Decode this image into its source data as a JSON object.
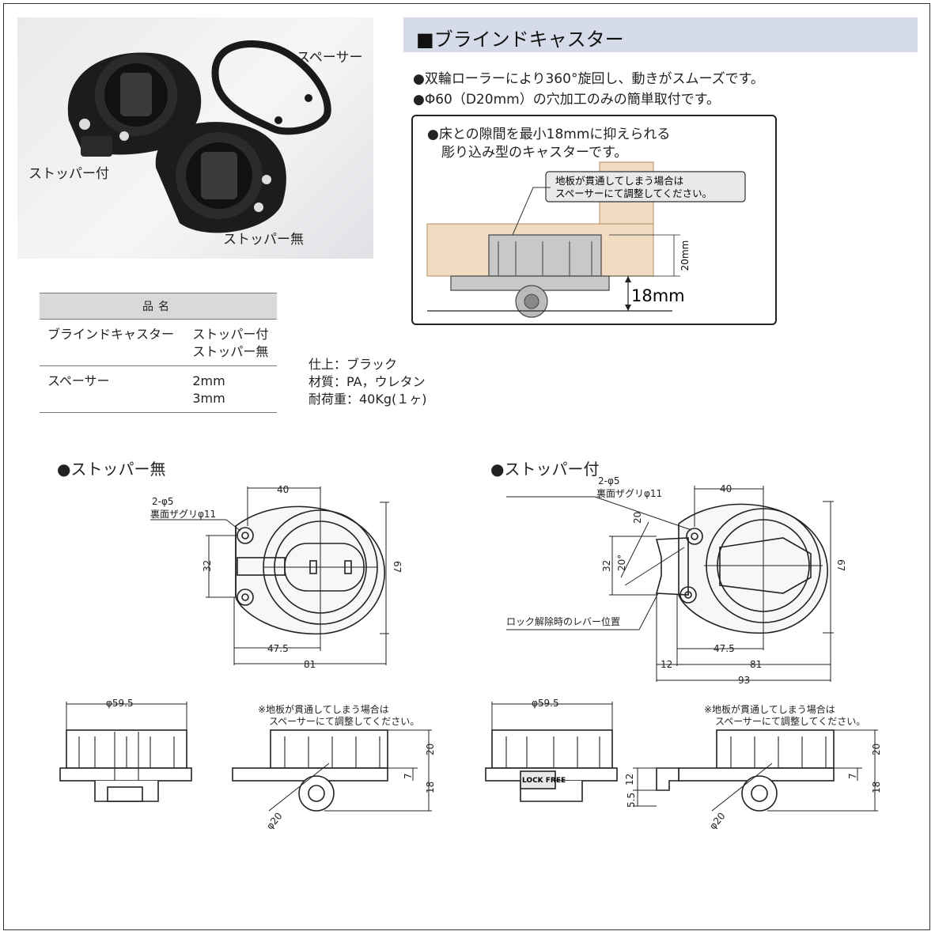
{
  "photo": {
    "labels": {
      "spacer": "スペーサー",
      "with_stopper": "ストッパー付",
      "without_stopper": "ストッパー無"
    }
  },
  "header": {
    "title": "■ブラインドキャスター"
  },
  "features": [
    "●双輪ローラーにより360°旋回し、動きがスムーズです。",
    "●Φ60（D20mm）の穴加工のみの簡単取付です。"
  ],
  "install_box": {
    "line1": "●床との隙間を最小18mmに抑えられる",
    "line2": "彫り込み型のキャスターです。",
    "callout_line1": "地板が貫通してしまう場合は",
    "callout_line2": "スペーサーにて調整してください。",
    "dim_depth": "20mm",
    "dim_gap": "18mm"
  },
  "product_table": {
    "header": "品名",
    "rows": [
      {
        "name": "ブラインドキャスター",
        "variants": [
          "ストッパー付",
          "ストッパー無"
        ]
      },
      {
        "name": "スペーサー",
        "variants": [
          "2mm",
          "3mm"
        ]
      }
    ]
  },
  "specs": {
    "finish": "仕上：ブラック",
    "material": "材質：PA，ウレタン",
    "load": "耐荷重：40Kg(１ヶ)"
  },
  "drawings": {
    "without_stopper": {
      "title": "●ストッパー無",
      "hole_label": "2-φ5",
      "counterbore_label": "裏面ザグリφ11",
      "dims": {
        "top": "40",
        "left": "32",
        "right": "67",
        "bottom_inner": "47.5",
        "bottom_total": "81"
      }
    },
    "with_stopper": {
      "title": "●ストッパー付",
      "hole_label": "2-φ5",
      "counterbore_label": "裏面ザグリφ11",
      "lever_label": "ロック解除時のレバー位置",
      "lever_plate": "LOCK FREE",
      "dims": {
        "top": "40",
        "left": "32",
        "angle_len": "20",
        "angle": "20°",
        "right": "67",
        "bottom_inner": "47.5",
        "bottom_mid": "81",
        "bottom_ext": "12",
        "bottom_total": "93"
      }
    },
    "side_views": {
      "diameter": "φ59.5",
      "note_line1": "※地板が貫通してしまう場合は",
      "note_line2": "スペーサーにて調整してください。",
      "dim_20": "20",
      "dim_7": "7",
      "dim_18": "18",
      "wheel": "φ20",
      "dim_12": "12",
      "dim_5_5": "5.5"
    }
  }
}
